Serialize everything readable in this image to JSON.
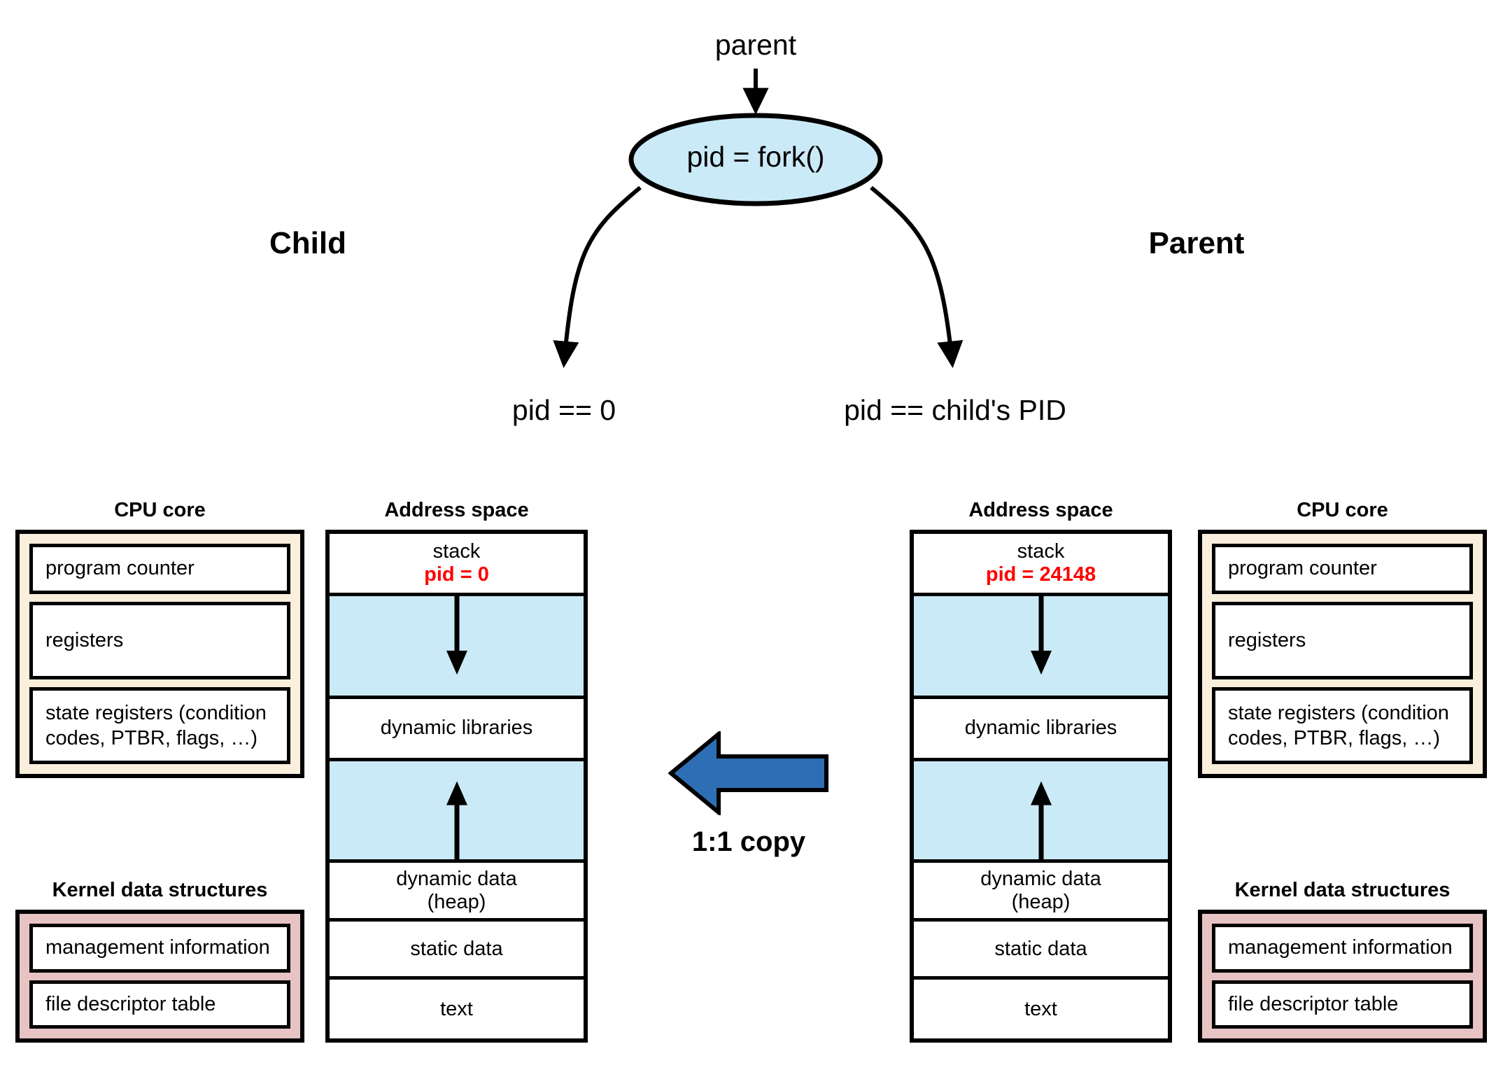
{
  "diagram": {
    "title_hidden": "",
    "flow": {
      "entry_label": "parent",
      "call_node_label": "pid = fork()",
      "left_branch_label": "pid == 0",
      "right_branch_label": "pid == child's PID",
      "left_side_label": "Child",
      "right_side_label": "Parent",
      "node_fill": "#cbeaf8",
      "stroke": "#000000"
    },
    "copy": {
      "label": "1:1 copy",
      "arrow_fill": "#2e6eb5",
      "arrow_stroke": "#000000",
      "direction": "left"
    },
    "child": {
      "cpu_core": {
        "title": "CPU core",
        "fill": "#faeedd",
        "rows": [
          "program counter",
          "registers",
          "state registers (condition codes, PTBR, flags, …)"
        ]
      },
      "address_space": {
        "title": "Address space",
        "pid_text": "pid = 0",
        "pid_color": "#ff0000",
        "gap_fill": "#cbeaf8",
        "segments": [
          {
            "name": "stack",
            "label": "stack",
            "kind": "labelled"
          },
          {
            "name": "stack-growth-gap",
            "label": "",
            "kind": "gap",
            "arrow": "down"
          },
          {
            "name": "dynamic-libraries",
            "label": "dynamic libraries",
            "kind": "labelled"
          },
          {
            "name": "heap-growth-gap",
            "label": "",
            "kind": "gap",
            "arrow": "up"
          },
          {
            "name": "dynamic-data",
            "label": "dynamic data\n(heap)",
            "kind": "labelled"
          },
          {
            "name": "static-data",
            "label": "static data",
            "kind": "labelled"
          },
          {
            "name": "text",
            "label": "text",
            "kind": "labelled"
          }
        ]
      },
      "kernel": {
        "title": "Kernel data structures",
        "fill": "#e8c3c3",
        "rows": [
          "management information",
          "file descriptor table"
        ]
      }
    },
    "parent": {
      "cpu_core": {
        "title": "CPU core",
        "fill": "#faeedd",
        "rows": [
          "program counter",
          "registers",
          "state registers (condition codes, PTBR, flags, …)"
        ]
      },
      "address_space": {
        "title": "Address space",
        "pid_text": "pid = 24148",
        "pid_color": "#ff0000",
        "gap_fill": "#cbeaf8",
        "segments": [
          {
            "name": "stack",
            "label": "stack",
            "kind": "labelled"
          },
          {
            "name": "stack-growth-gap",
            "label": "",
            "kind": "gap",
            "arrow": "down"
          },
          {
            "name": "dynamic-libraries",
            "label": "dynamic libraries",
            "kind": "labelled"
          },
          {
            "name": "heap-growth-gap",
            "label": "",
            "kind": "gap",
            "arrow": "up"
          },
          {
            "name": "dynamic-data",
            "label": "dynamic data\n(heap)",
            "kind": "labelled"
          },
          {
            "name": "static-data",
            "label": "static data",
            "kind": "labelled"
          },
          {
            "name": "text",
            "label": "text",
            "kind": "labelled"
          }
        ]
      },
      "kernel": {
        "title": "Kernel data structures",
        "fill": "#e8c3c3",
        "rows": [
          "management information",
          "file descriptor table"
        ]
      }
    }
  }
}
